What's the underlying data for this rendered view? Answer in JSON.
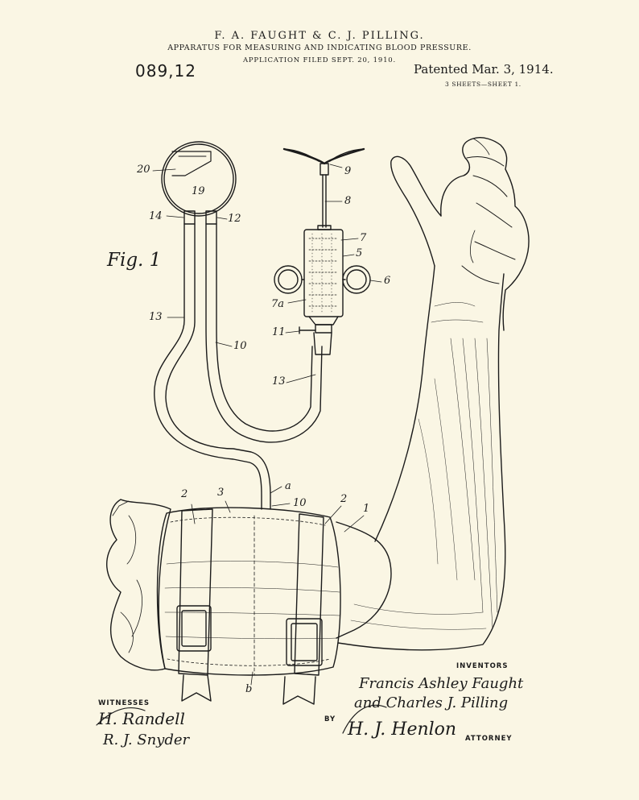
{
  "header": {
    "inventors": "F. A. FAUGHT & C. J. PILLING.",
    "title": "APPARATUS FOR MEASURING AND INDICATING BLOOD PRESSURE.",
    "filed": "APPLICATION FILED SEPT. 20, 1910.",
    "patent_number": "089,12",
    "patented": "Patented Mar. 3, 1914.",
    "sheets": "3 SHEETS—SHEET 1."
  },
  "figure": {
    "label": "Fig. 1",
    "reference_numerals": {
      "n20": "20",
      "n19": "19",
      "n14": "14",
      "n12": "12",
      "n13a": "13",
      "n10a": "10",
      "n9": "9",
      "n8": "8",
      "n7": "7",
      "n5": "5",
      "n6": "6",
      "n7a": "7a",
      "n11": "11",
      "n13b": "13",
      "na": "a",
      "n10b": "10",
      "n2a": "2",
      "n3": "3",
      "n2b": "2",
      "n1": "1",
      "nb": "b"
    }
  },
  "signatures": {
    "witnesses_label": "WITNESSES",
    "witness_1": "H. Randell",
    "witness_2": "R. J. Snyder",
    "inventors_label": "INVENTORS",
    "inventor_1": "Francis Ashley Faught",
    "inventor_2": "and Charles J. Pilling",
    "by_label": "BY",
    "attorney_signature": "H. J. Henlon",
    "attorney_label": "ATTORNEY"
  }
}
